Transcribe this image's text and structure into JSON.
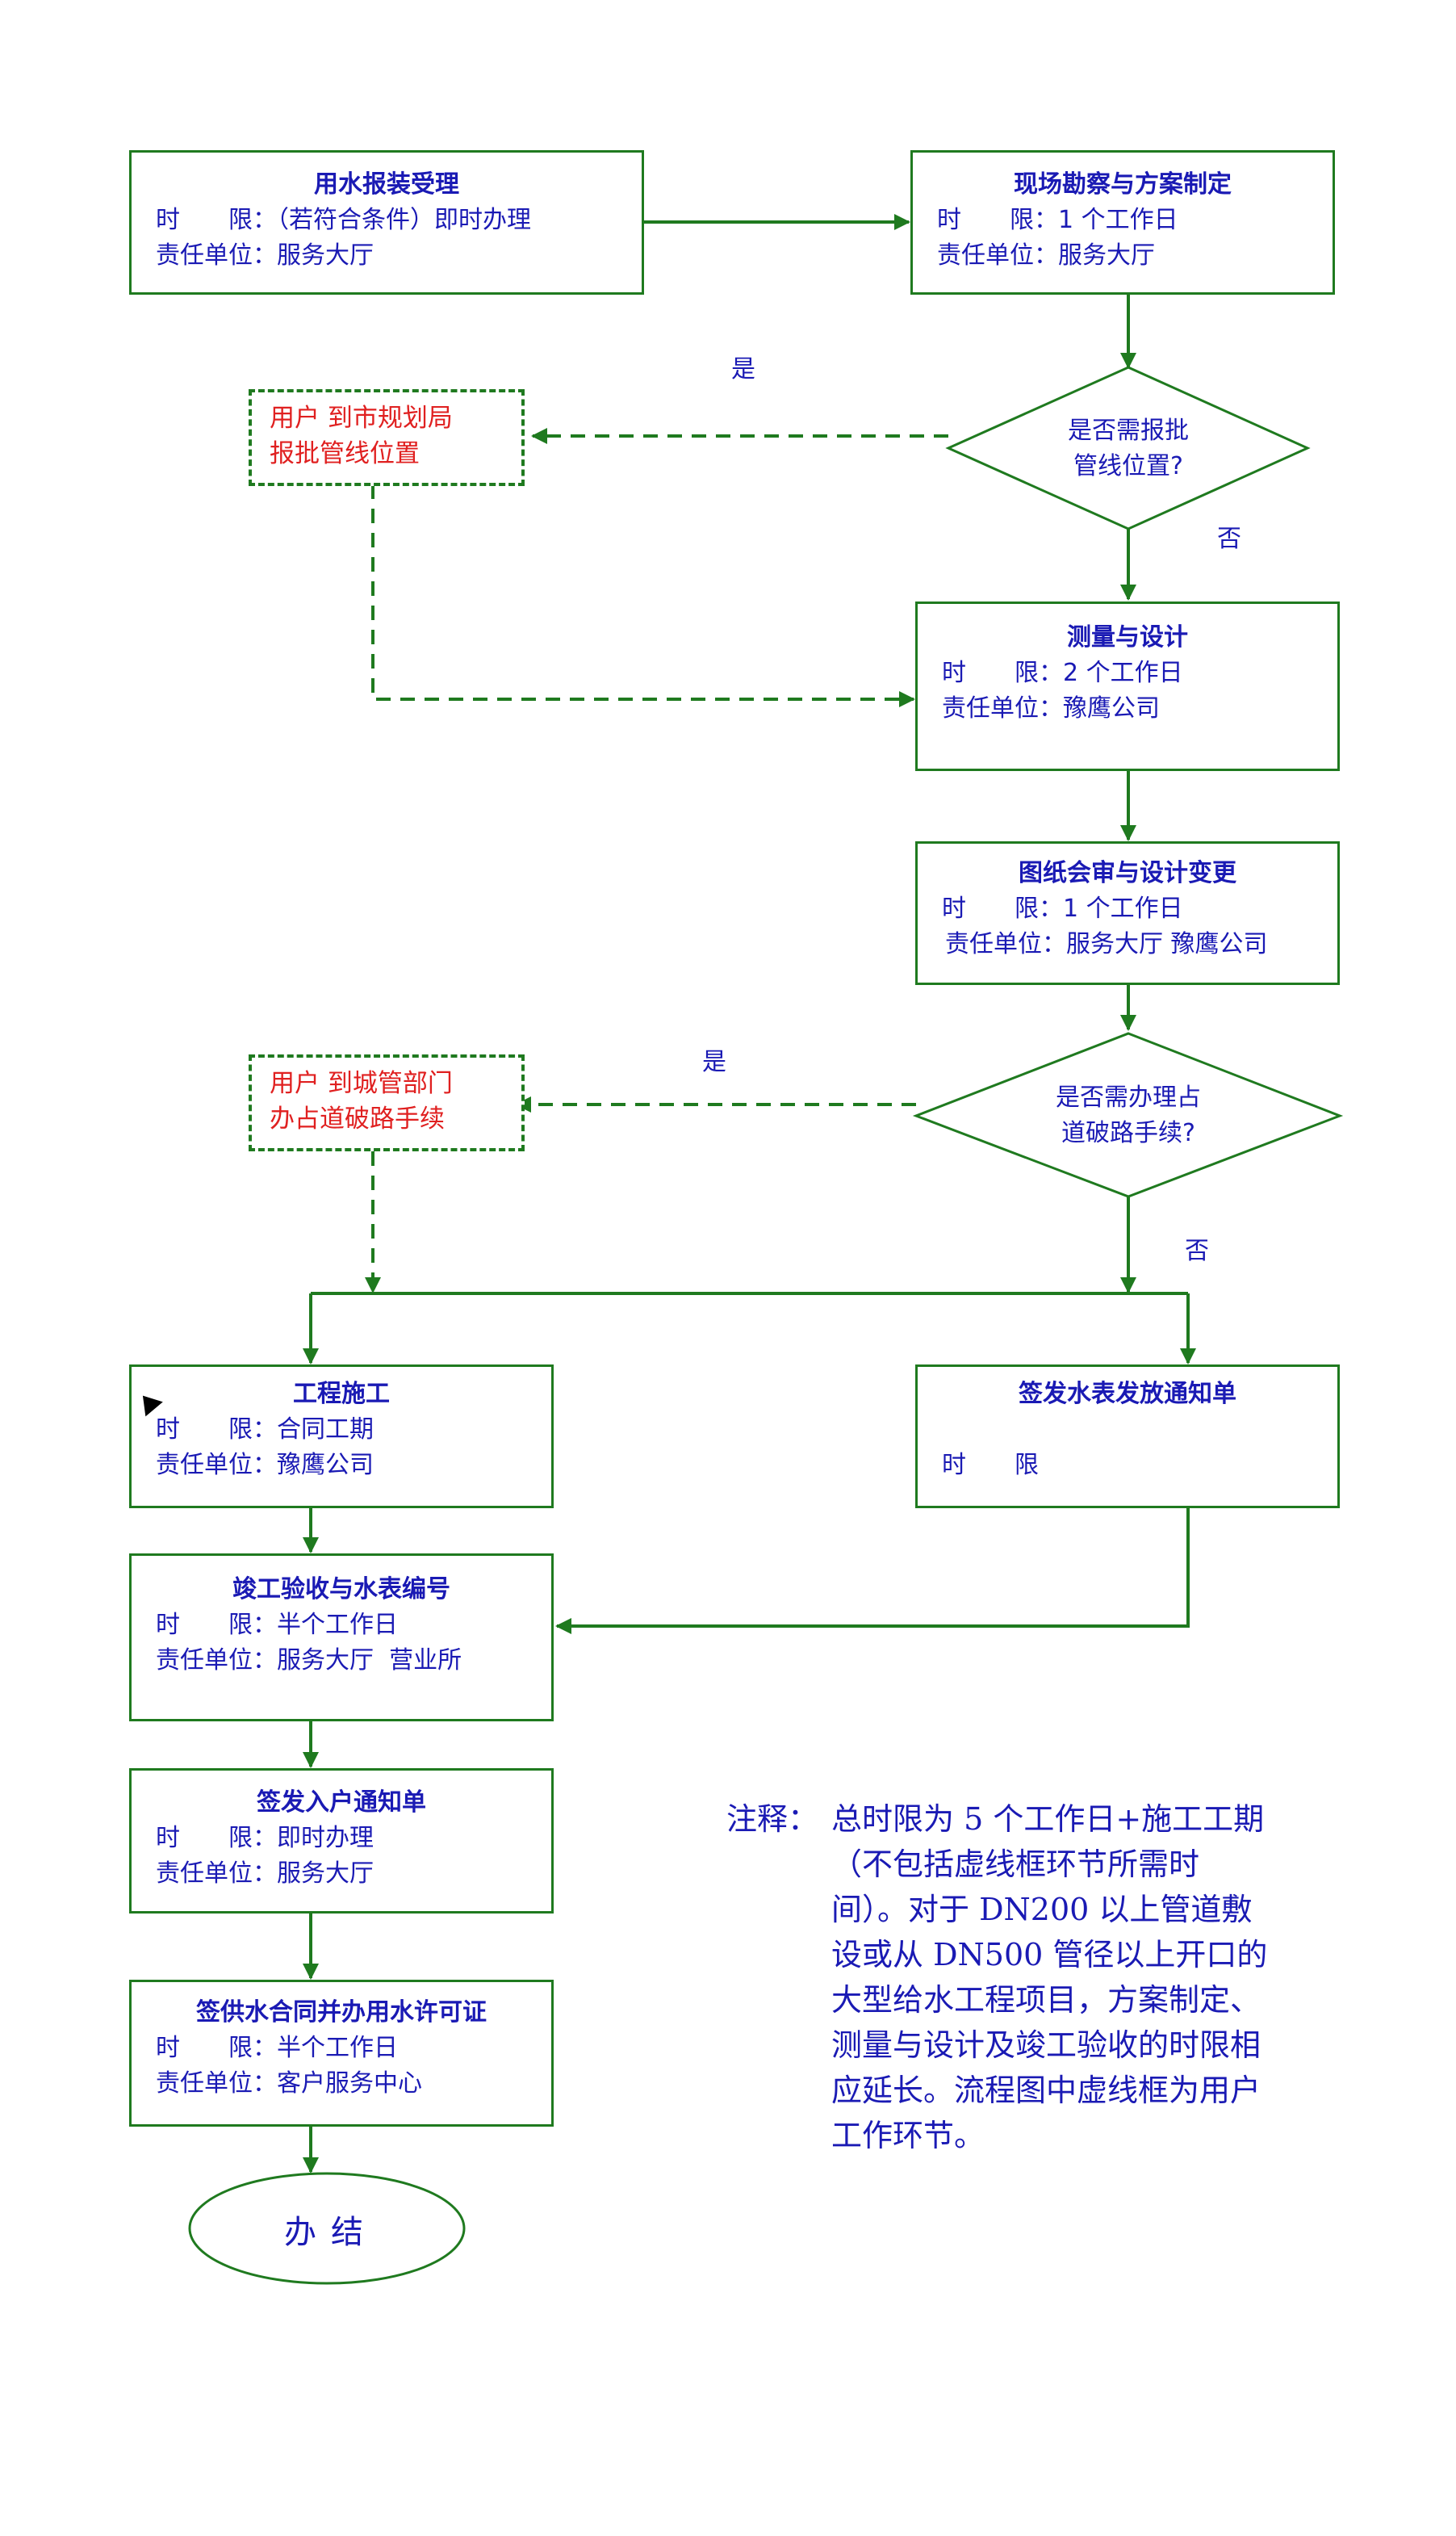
{
  "nodes": {
    "apply": {
      "title": "用水报装受理",
      "lines": [
        "时　　限：（若符合条件）即时办理",
        "责任单位：服务大厅"
      ]
    },
    "survey": {
      "title": "现场勘察与方案制定",
      "lines": [
        "时　　限：1 个工作日",
        "责任单位：服务大厅"
      ]
    },
    "approval_check": {
      "text": [
        "是否需报批",
        "管线位置?"
      ]
    },
    "user_planning": {
      "lines": [
        "用户 到市规划局",
        "报批管线位置"
      ]
    },
    "measure": {
      "title": "测量与设计",
      "lines": [
        "时　　限：2 个工作日",
        "责任单位：豫鹰公司"
      ]
    },
    "review": {
      "title": "图纸会审与设计变更",
      "lines": [
        "时　　限：1 个工作日",
        "责任单位：服务大厅 豫鹰公司"
      ]
    },
    "road_check": {
      "text": [
        "是否需办理占",
        "道破路手续?"
      ]
    },
    "user_city": {
      "lines": [
        "用户 到城管部门",
        "办占道破路手续"
      ]
    },
    "construction": {
      "title": "工程施工",
      "lines": [
        "时　　限：合同工期",
        "责任单位：豫鹰公司"
      ]
    },
    "meter_notice": {
      "title": "签发水表发放通知单",
      "lines": [
        "",
        "时　　限"
      ]
    },
    "acceptance": {
      "title": "竣工验收与水表编号",
      "lines": [
        "时　　限：半个工作日",
        "责任单位：服务大厅  营业所"
      ]
    },
    "entry_notice": {
      "title": "签发入户通知单",
      "lines": [
        "时　　限：即时办理",
        "责任单位：服务大厅"
      ]
    },
    "contract": {
      "title": "签供水合同并办用水许可证",
      "lines": [
        "时　　限：半个工作日",
        "责任单位：客户服务中心"
      ]
    },
    "end": {
      "text": "办结"
    }
  },
  "labels": {
    "yes_1": "是",
    "no_1": "否",
    "yes_2": "是",
    "no_2": "否"
  },
  "note": {
    "head": "注释：",
    "body": "总时限为 5 个工作日+施工工期（不包括虚线框环节所需时间）。对于 DN200 以上管道敷设或从 DN500 管径以上开口的大型给水工程项目，方案制定、测量与设计及竣工验收的时限相应延长。流程图中虚线框为用户工作环节。"
  },
  "colors": {
    "border": "#1f7a1f",
    "text": "#1a1ab4",
    "user_text": "#e02020"
  }
}
